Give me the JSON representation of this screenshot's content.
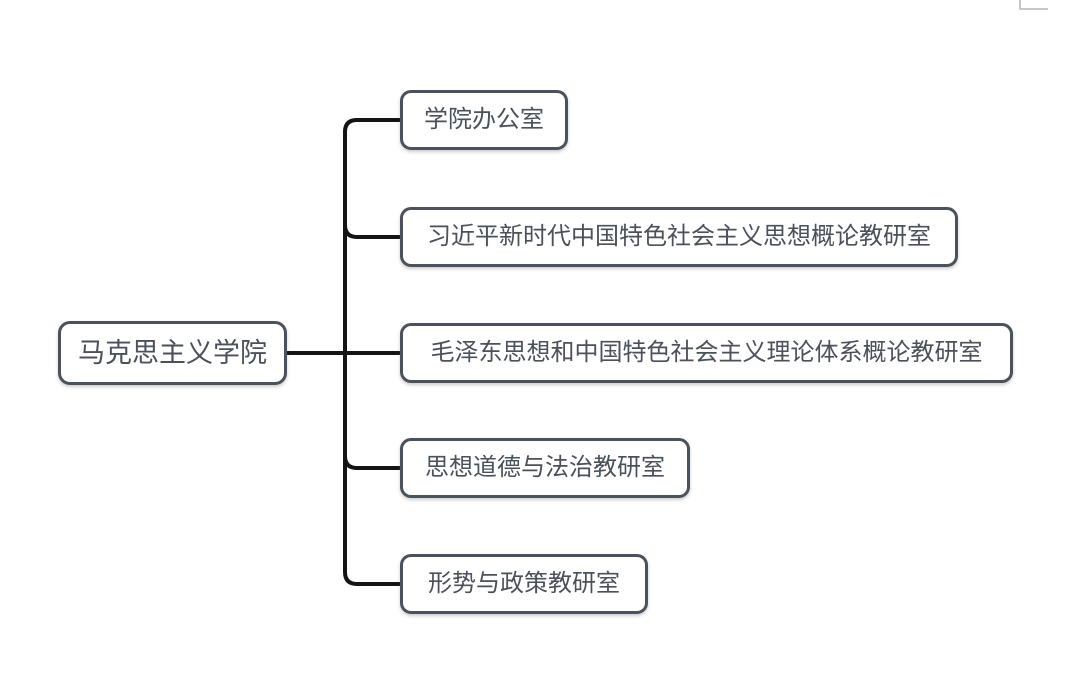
{
  "diagram": {
    "type": "tree",
    "root": {
      "label": "马克思主义学院"
    },
    "children": [
      {
        "label": "学院办公室"
      },
      {
        "label": "习近平新时代中国特色社会主义思想概论教研室"
      },
      {
        "label": "毛泽东思想和中国特色社会主义理论体系概论教研室"
      },
      {
        "label": "思想道德与法治教研室"
      },
      {
        "label": "形势与政策教研室"
      }
    ],
    "colors": {
      "node_border": "#4a525b",
      "node_text": "#4a515a",
      "node_background": "#ffffff",
      "connector": "#141414",
      "cropped_corner": "#c6c6c6"
    }
  }
}
